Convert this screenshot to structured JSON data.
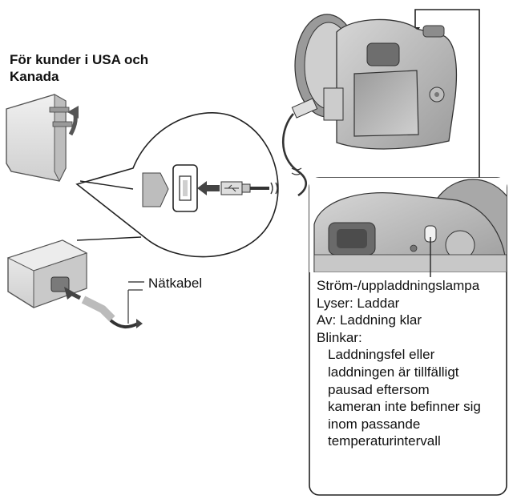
{
  "heading": {
    "line1": "För kunder i USA och",
    "line2": "Kanada"
  },
  "labels": {
    "power_cord": "Nätkabel"
  },
  "lamp_info": {
    "title": "Ström-/uppladdningslampa",
    "lit": "Lyser: Laddar",
    "off": "Av: Laddning klar",
    "blinking": "Blinkar:",
    "blink_lines": [
      "Laddningsfel eller",
      "laddningen är tillfälligt",
      "pausad eftersom",
      "kameran inte befinner sig",
      "inom passande",
      "temperaturintervall"
    ]
  },
  "colors": {
    "device_light": "#e6e6e6",
    "device_mid": "#c8c8c8",
    "device_dark": "#8a8a8a",
    "camera_body": "#b9b9b9",
    "camera_dark": "#6e6e6e",
    "line": "#222222"
  },
  "icons": [
    "usb-symbol-icon",
    "arrow-icon",
    "rotate-arrow-icon"
  ]
}
